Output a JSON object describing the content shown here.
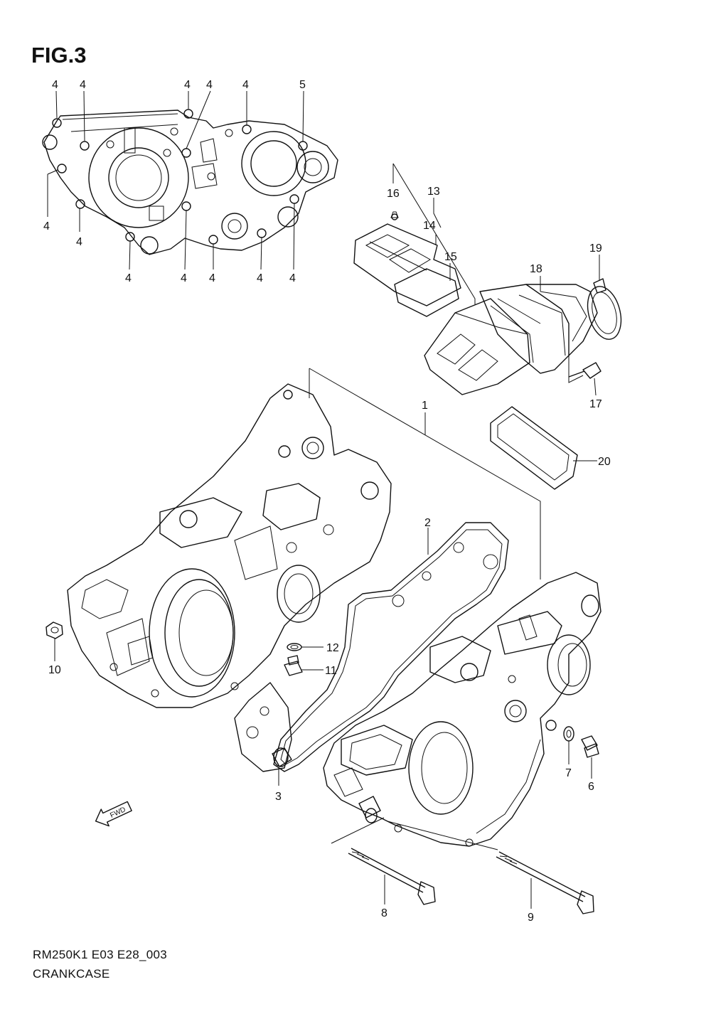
{
  "figure": {
    "title": "FIG.3",
    "code": "RM250K1 E03 E28_003",
    "caption": "CRANKCASE",
    "fwd_label": "FWD"
  },
  "callouts": [
    {
      "id": "c4a",
      "label": "4"
    },
    {
      "id": "c4b",
      "label": "4"
    },
    {
      "id": "c4c",
      "label": "4"
    },
    {
      "id": "c4d",
      "label": "4"
    },
    {
      "id": "c4e",
      "label": "4"
    },
    {
      "id": "c5",
      "label": "5"
    },
    {
      "id": "c4f",
      "label": "4"
    },
    {
      "id": "c4g",
      "label": "4"
    },
    {
      "id": "c4h",
      "label": "4"
    },
    {
      "id": "c4i",
      "label": "4"
    },
    {
      "id": "c4j",
      "label": "4"
    },
    {
      "id": "c4k",
      "label": "4"
    },
    {
      "id": "c4l",
      "label": "4"
    },
    {
      "id": "c16",
      "label": "16"
    },
    {
      "id": "c13",
      "label": "13"
    },
    {
      "id": "c14",
      "label": "14"
    },
    {
      "id": "c15",
      "label": "15"
    },
    {
      "id": "c18",
      "label": "18"
    },
    {
      "id": "c19",
      "label": "19"
    },
    {
      "id": "c17",
      "label": "17"
    },
    {
      "id": "c1",
      "label": "1"
    },
    {
      "id": "c20",
      "label": "20"
    },
    {
      "id": "c2",
      "label": "2"
    },
    {
      "id": "c12",
      "label": "12"
    },
    {
      "id": "c11",
      "label": "11"
    },
    {
      "id": "c10",
      "label": "10"
    },
    {
      "id": "c7",
      "label": "7"
    },
    {
      "id": "c6",
      "label": "6"
    },
    {
      "id": "c3",
      "label": "3"
    },
    {
      "id": "c8",
      "label": "8"
    },
    {
      "id": "c9",
      "label": "9"
    }
  ]
}
